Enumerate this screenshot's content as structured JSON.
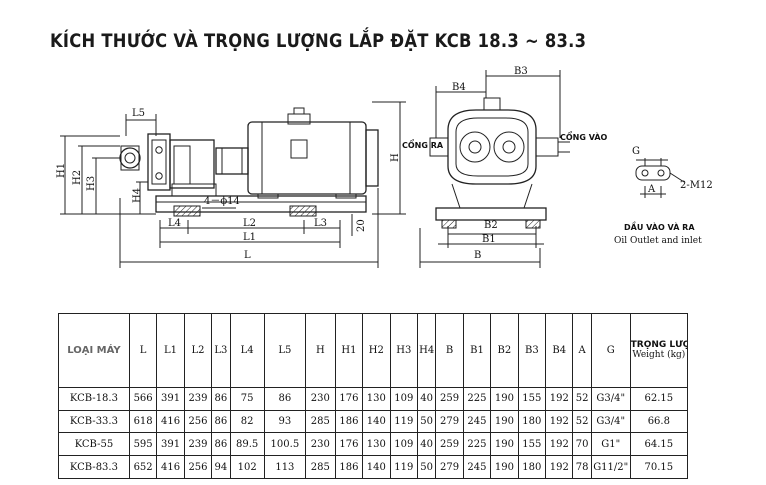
{
  "title": "KÍCH THƯỚC VÀ TRỌNG LƯỢNG LẮP ĐẶT KCB 18.3 ~ 83.3",
  "drawing": {
    "dims": {
      "L5": "L5",
      "H1": "H1",
      "H2": "H2",
      "H3": "H3",
      "H4": "H4",
      "H": "H",
      "L4": "L4",
      "L2": "L2",
      "L3": "L3",
      "L1": "L1",
      "L": "L",
      "h20": "20",
      "holes": "4－ϕ14",
      "B3": "B3",
      "B4": "B4",
      "B2": "B2",
      "B1": "B1",
      "B": "B",
      "G": "G",
      "A": "A",
      "M12": "2-M12"
    },
    "outlet_label": "CỔNG RA",
    "inlet_label": "CỔNG VÀO",
    "oil_label_vi": "DẦU VÀO VÀ RA",
    "oil_label_en": "Oil Outlet and inlet"
  },
  "table": {
    "headers": [
      "LOẠI MÁY",
      "L",
      "L1",
      "L2",
      "L3",
      "L4",
      "L5",
      "H",
      "H1",
      "H2",
      "H3",
      "H4",
      "B",
      "B1",
      "B2",
      "B3",
      "B4",
      "A",
      "G"
    ],
    "weight_header": [
      "TRỌNG LƯỢNG",
      "Weight (kg)"
    ],
    "rows": [
      [
        "KCB-18.3",
        "566",
        "391",
        "239",
        "86",
        "75",
        "86",
        "230",
        "176",
        "130",
        "109",
        "40",
        "259",
        "225",
        "190",
        "155",
        "192",
        "52",
        "G3/4\"",
        "62.15"
      ],
      [
        "KCB-33.3",
        "618",
        "416",
        "256",
        "86",
        "82",
        "93",
        "285",
        "186",
        "140",
        "119",
        "50",
        "279",
        "245",
        "190",
        "180",
        "192",
        "52",
        "G3/4\"",
        "66.8"
      ],
      [
        "KCB-55",
        "595",
        "391",
        "239",
        "86",
        "89.5",
        "100.5",
        "230",
        "176",
        "130",
        "109",
        "40",
        "259",
        "225",
        "190",
        "155",
        "192",
        "70",
        "G1\"",
        "64.15"
      ],
      [
        "KCB-83.3",
        "652",
        "416",
        "256",
        "94",
        "102",
        "113",
        "285",
        "186",
        "140",
        "119",
        "50",
        "279",
        "245",
        "190",
        "180",
        "192",
        "78",
        "G11/2\"",
        "70.15"
      ]
    ]
  }
}
